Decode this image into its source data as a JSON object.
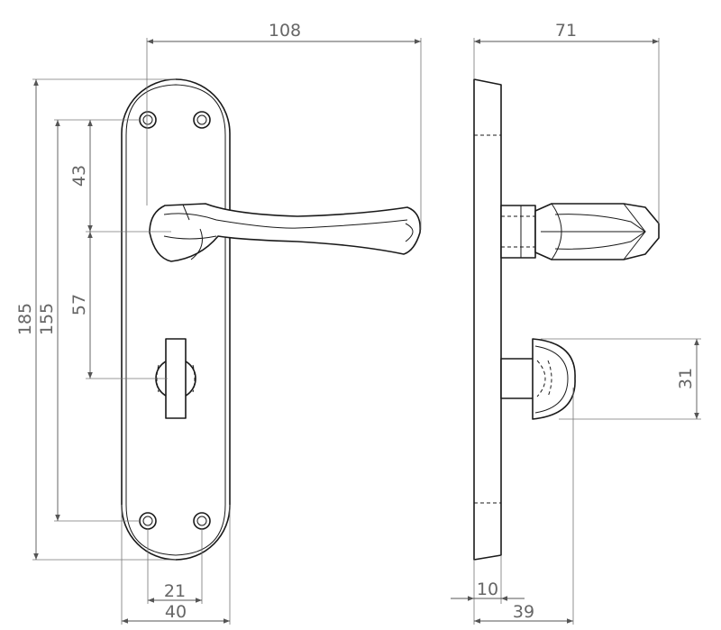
{
  "dimensions": {
    "lever_length": "108",
    "side_projection": "71",
    "plate_height": "185",
    "screw_spacing": "155",
    "top_to_lever": "43",
    "lever_to_turn": "57",
    "turn_projection": "31",
    "screw_hole_spacing": "21",
    "plate_width": "40",
    "plate_thickness": "10",
    "turn_depth": "39"
  },
  "colors": {
    "line": "#1a1a1a",
    "dimension": "#555555",
    "label": "#666666"
  }
}
